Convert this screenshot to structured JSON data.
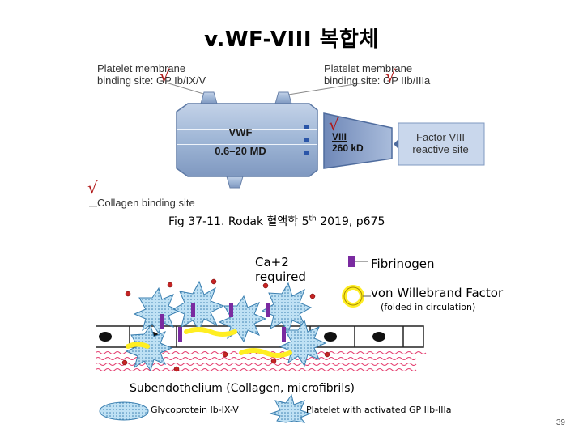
{
  "title": "v.WF-VIII 복합체",
  "top_figure": {
    "label_gp1b_line1": "Platelet membrane",
    "label_gp1b_line2": "binding site: GP Ib/IX/V",
    "label_gp2b_line1": "Platelet membrane",
    "label_gp2b_line2": "binding site: GP IIb/IIIa",
    "vwf_name": "VWF",
    "vwf_size": "0.6–20 MD",
    "viii_name": "VIII",
    "viii_size": "260 kD",
    "factor_line1": "Factor VIII",
    "factor_line2": "reactive site",
    "collagen_label": "Collagen binding site",
    "check_mark": "√"
  },
  "caption": {
    "text": "Fig 37-11. Rodak 혈액학 5",
    "sup": "th",
    "text_after": " 2019, p675"
  },
  "bottom_figure": {
    "ca_line1": "Ca+2",
    "ca_line2": "required",
    "fibrinogen_label": "Fibrinogen",
    "vwf_label": "von Willebrand Factor",
    "vwf_sub": "(folded in circulation)",
    "subendothelium_label": "Subendothelium (Collagen, microfibrils)",
    "gp1b_legend": "Glycoprotein Ib-IX-V",
    "platelet_legend": "Platelet with activated GP IIb-IIIa"
  },
  "page_number": "39",
  "colors": {
    "vwf_body": "#9fb6d6",
    "viii_body": "#7f96c2",
    "factor_box": "#c9d7ec",
    "check": "#b01818",
    "fibrinogen": "#7a2aa0",
    "vwf_strand": "#ffee22",
    "platelet": "#a8d4ee",
    "collagen": "#e43c6e"
  }
}
